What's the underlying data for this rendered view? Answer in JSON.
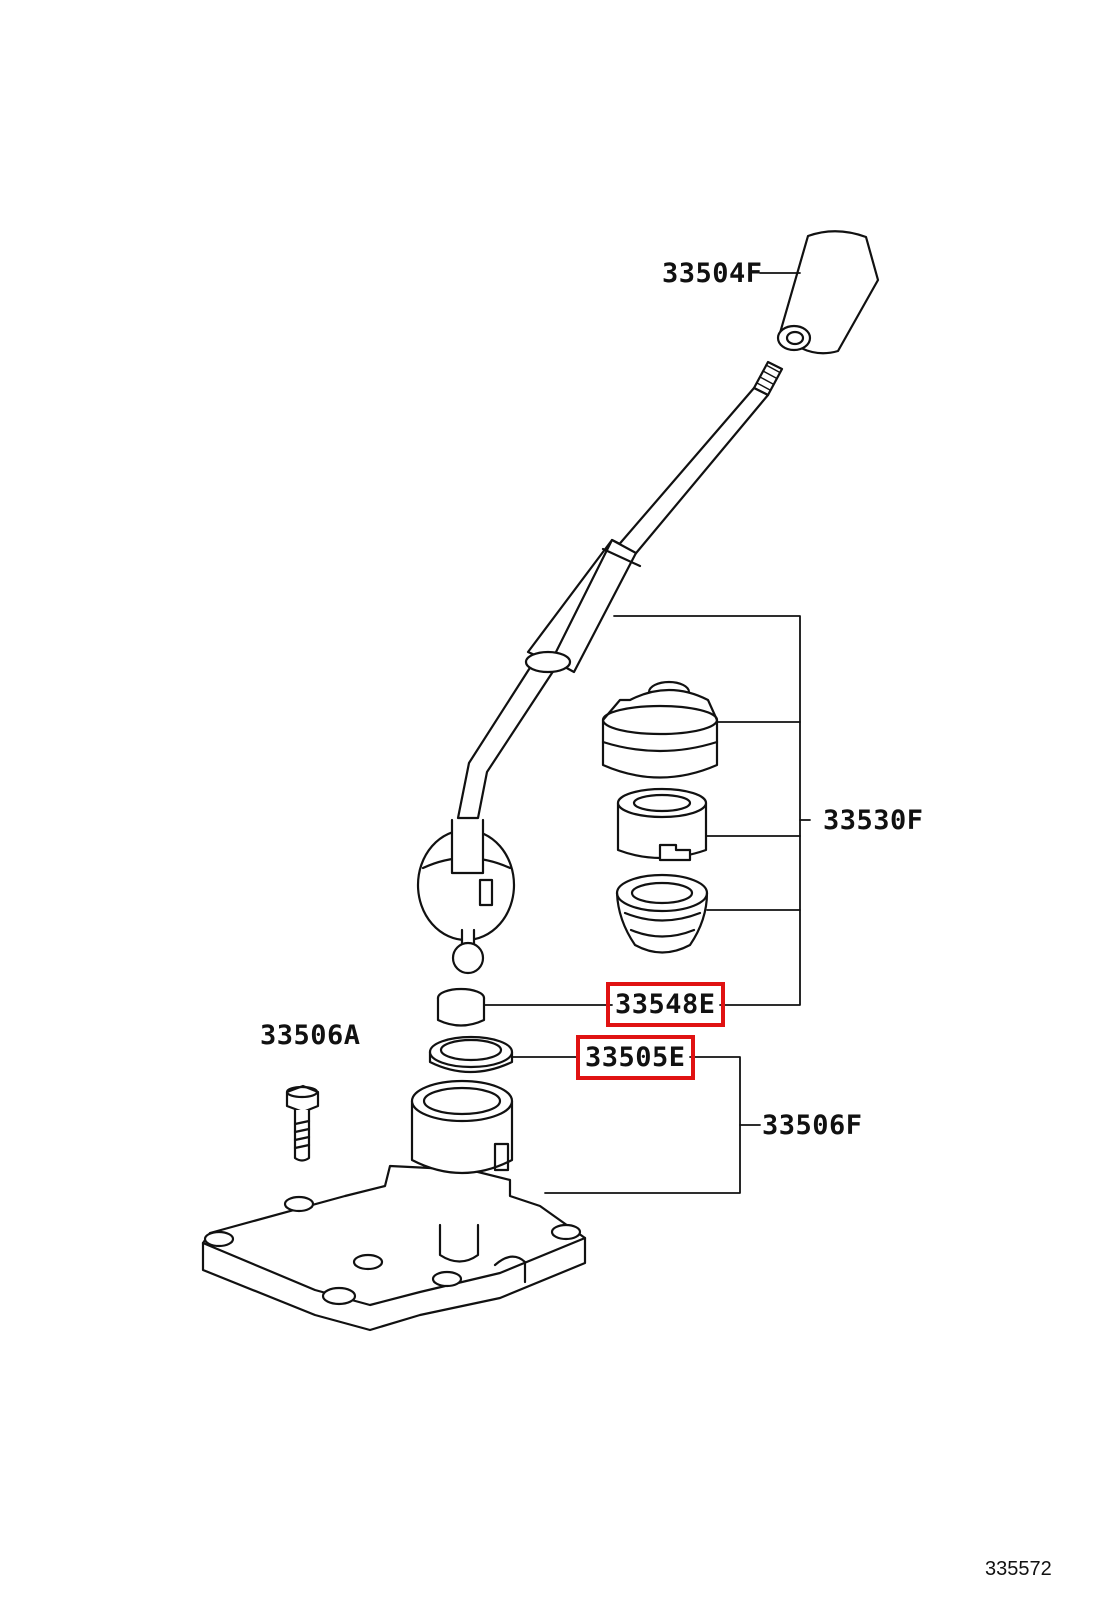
{
  "callouts": {
    "knob": "33504F",
    "lever_sub_assy": "33530F",
    "seat": "33548E",
    "retainer": "33505E",
    "bolt": "33506A",
    "housing": "33506F"
  },
  "highlight_color": "#e01212",
  "figure_number": "335572"
}
